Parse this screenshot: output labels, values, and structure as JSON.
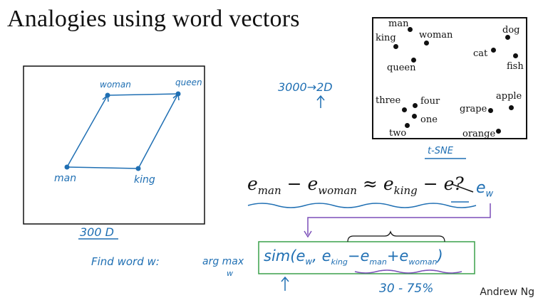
{
  "slide": {
    "title": "Analogies using word vectors",
    "credit": "Andrew Ng"
  },
  "parallelogram": {
    "labels": {
      "man": "man",
      "woman": "woman",
      "king": "king",
      "queen": "queen"
    },
    "dimension_note": "300 D"
  },
  "reduction": {
    "text": "3000→2D"
  },
  "tsne": {
    "caption": "t-SNE",
    "words": {
      "man": "man",
      "woman": "woman",
      "king": "king",
      "queen": "queen",
      "dog": "dog",
      "cat": "cat",
      "fish": "fish",
      "three": "three",
      "four": "four",
      "one": "one",
      "two": "two",
      "apple": "apple",
      "grape": "grape",
      "orange": "orange"
    }
  },
  "equation": {
    "e": "e",
    "man": "man",
    "woman": "woman",
    "king": "king",
    "minus": " − ",
    "approx": " ≈ ",
    "struck": "e?",
    "ew": "e",
    "w": "w"
  },
  "find": {
    "prefix": "Find word w:",
    "argmax": "arg max",
    "argmax_sub": "w",
    "sim": "sim",
    "ew": "e",
    "ew_sub": "w",
    "comma": ",",
    "ek": "e",
    "ek_sub": "king",
    "minus": "−e",
    "em_sub": "man",
    "plus": "+e",
    "ewo_sub": "woman",
    "accuracy": "30 - 75%"
  }
}
